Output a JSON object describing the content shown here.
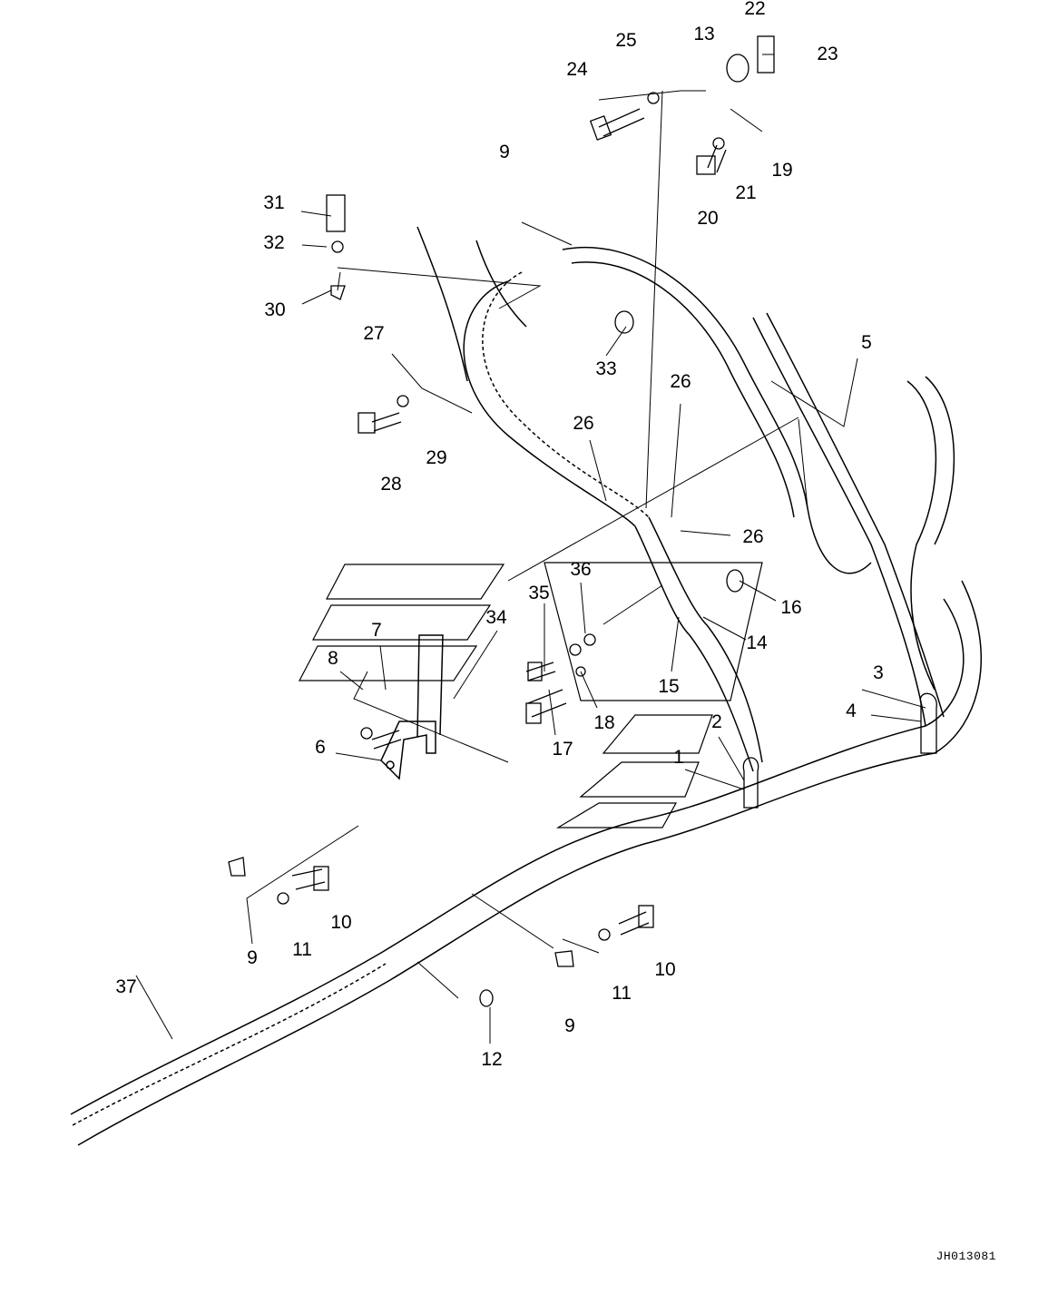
{
  "diagram": {
    "drawing_code": "JH013081",
    "callouts": [
      "22",
      "25",
      "13",
      "23",
      "24",
      "19",
      "21",
      "20",
      "9",
      "31",
      "32",
      "30",
      "33",
      "27",
      "5",
      "26",
      "26",
      "28",
      "29",
      "26",
      "16",
      "36",
      "35",
      "34",
      "14",
      "15",
      "7",
      "8",
      "3",
      "4",
      "2",
      "18",
      "17",
      "6",
      "1",
      "10",
      "9",
      "11",
      "37",
      "10",
      "11",
      "9",
      "12"
    ]
  }
}
